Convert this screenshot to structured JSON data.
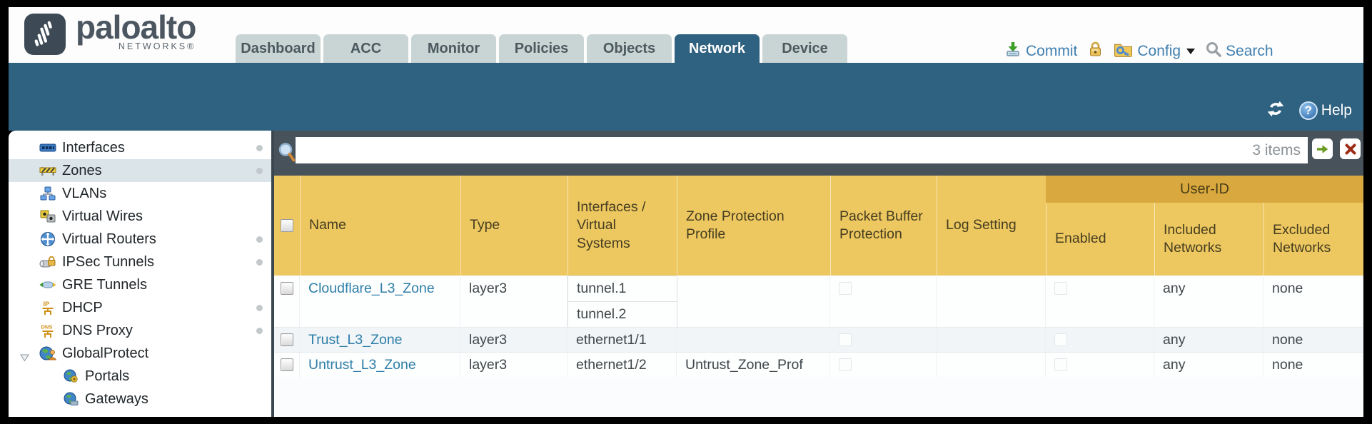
{
  "brand": {
    "name": "paloalto",
    "sub": "NETWORKS®"
  },
  "tabs": [
    {
      "label": "Dashboard",
      "active": false
    },
    {
      "label": "ACC",
      "active": false
    },
    {
      "label": "Monitor",
      "active": false
    },
    {
      "label": "Policies",
      "active": false
    },
    {
      "label": "Objects",
      "active": false
    },
    {
      "label": "Network",
      "active": true
    },
    {
      "label": "Device",
      "active": false
    }
  ],
  "toolbar": {
    "commit_label": "Commit",
    "config_label": "Config",
    "search_label": "Search"
  },
  "band": {
    "help_label": "Help"
  },
  "sidebar": {
    "items": [
      {
        "label": "Interfaces",
        "icon": "interfaces-icon",
        "dot": true,
        "selected": false
      },
      {
        "label": "Zones",
        "icon": "zones-icon",
        "dot": true,
        "selected": true
      },
      {
        "label": "VLANs",
        "icon": "vlans-icon",
        "dot": false,
        "selected": false
      },
      {
        "label": "Virtual Wires",
        "icon": "virtual-wires-icon",
        "dot": false,
        "selected": false
      },
      {
        "label": "Virtual Routers",
        "icon": "virtual-routers-icon",
        "dot": true,
        "selected": false
      },
      {
        "label": "IPSec Tunnels",
        "icon": "ipsec-tunnels-icon",
        "dot": true,
        "selected": false
      },
      {
        "label": "GRE Tunnels",
        "icon": "gre-tunnels-icon",
        "dot": false,
        "selected": false
      },
      {
        "label": "DHCP",
        "icon": "dhcp-icon",
        "dot": true,
        "selected": false
      },
      {
        "label": "DNS Proxy",
        "icon": "dns-proxy-icon",
        "dot": true,
        "selected": false
      },
      {
        "label": "GlobalProtect",
        "icon": "globalprotect-icon",
        "dot": false,
        "selected": false,
        "expanded": true
      },
      {
        "label": "Portals",
        "icon": "portals-icon",
        "dot": false,
        "selected": false,
        "child": true
      },
      {
        "label": "Gateways",
        "icon": "gateways-icon",
        "dot": false,
        "selected": false,
        "child": true
      }
    ]
  },
  "filter": {
    "value": "",
    "count": "3 items"
  },
  "table": {
    "group_header": "User-ID",
    "columns": [
      "Name",
      "Type",
      "Interfaces / Virtual Systems",
      "Zone Protection Profile",
      "Packet Buffer Protection",
      "Log Setting",
      "Enabled",
      "Included Networks",
      "Excluded Networks"
    ],
    "rows": [
      {
        "name": "Cloudflare_L3_Zone",
        "type": "layer3",
        "interfaces": [
          "tunnel.1",
          "tunnel.2"
        ],
        "zone_protection_profile": "",
        "packet_buffer_protection": false,
        "log_setting": "",
        "user_id_enabled": false,
        "included_networks": "any",
        "excluded_networks": "none"
      },
      {
        "name": "Trust_L3_Zone",
        "type": "layer3",
        "interfaces": [
          "ethernet1/1"
        ],
        "zone_protection_profile": "",
        "packet_buffer_protection": false,
        "log_setting": "",
        "user_id_enabled": false,
        "included_networks": "any",
        "excluded_networks": "none"
      },
      {
        "name": "Untrust_L3_Zone",
        "type": "layer3",
        "interfaces": [
          "ethernet1/2"
        ],
        "zone_protection_profile": "Untrust_Zone_Prof",
        "packet_buffer_protection": false,
        "log_setting": "",
        "user_id_enabled": false,
        "included_networks": "any",
        "excluded_networks": "none"
      }
    ]
  },
  "colors": {
    "band_teal": "#2f6181",
    "slate": "#47525b",
    "header_gold": "#edc75f",
    "group_gold": "#d9a83e",
    "link": "#2d7ea8",
    "selected_item": "#dbe4e9"
  }
}
